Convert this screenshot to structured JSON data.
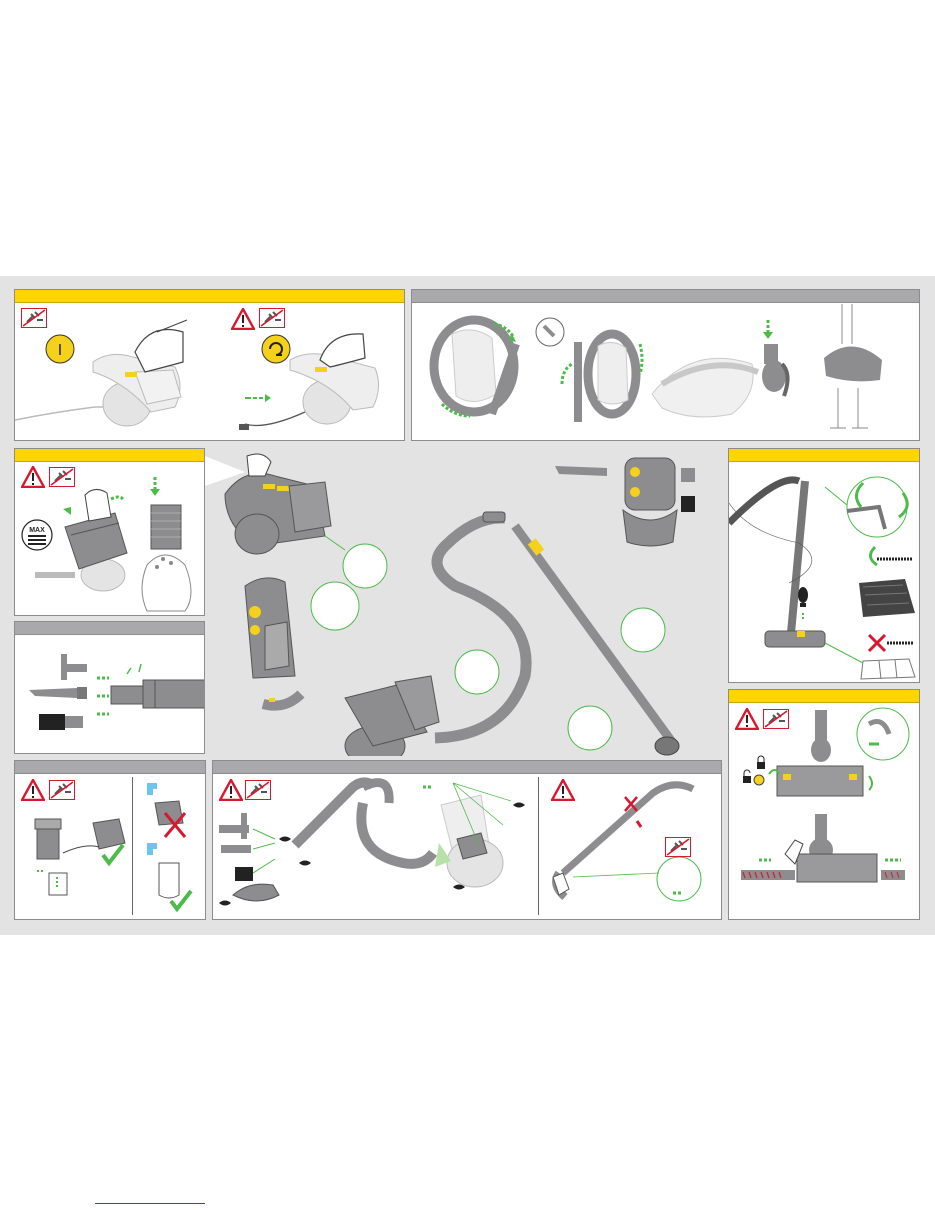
{
  "document": {
    "type": "illustrated instruction sheet",
    "colors": {
      "sheet_background": "#e3e3e4",
      "panel_background": "#ffffff",
      "band_yellow": "#ffd500",
      "band_grey": "#a9a9ab",
      "accent_green": "#4dbb4a",
      "warning_red": "#d7192f",
      "machine_grey": "#8d8d8f",
      "highlight_yellow": "#f6d11b"
    }
  },
  "labels": {
    "power_switch": "I",
    "max_mark": "MAX"
  },
  "panels": [
    {
      "id": "switch-on-and-cord-rewind",
      "band": "yellow",
      "icons": [
        "unplug-icon",
        "power-button-icon",
        "cord-rewind-icon",
        "warning-icon"
      ]
    },
    {
      "id": "hose-and-wand-storage",
      "band": "grey",
      "icons": [
        "hose-wrap-illustration",
        "carry-handle-illustration"
      ]
    },
    {
      "id": "bin-emptying",
      "band": "yellow",
      "icons": [
        "warning-icon",
        "unplug-icon",
        "max-mark-icon"
      ]
    },
    {
      "id": "tool-attachments",
      "band": "grey",
      "icons": [
        "crevice-tool-icon",
        "brush-tool-icon",
        "stair-tool-icon"
      ]
    },
    {
      "id": "filter-washing",
      "band": "grey",
      "icons": [
        "warning-icon",
        "unplug-icon",
        "tap-icon",
        "check-icon",
        "cross-icon"
      ]
    },
    {
      "id": "blockage-checking",
      "band": "grey",
      "icons": [
        "warning-icon",
        "unplug-icon",
        "eye-icon"
      ]
    },
    {
      "id": "floor-tool-modes",
      "band": "yellow",
      "icons": [
        "rotate-icon",
        "foot-pedal-icon",
        "carpet-icon",
        "hard-floor-icon",
        "cross-icon"
      ]
    },
    {
      "id": "brushbar-clearing",
      "band": "yellow",
      "icons": [
        "warning-icon",
        "unplug-icon",
        "lock-icon",
        "unlock-icon"
      ]
    }
  ]
}
